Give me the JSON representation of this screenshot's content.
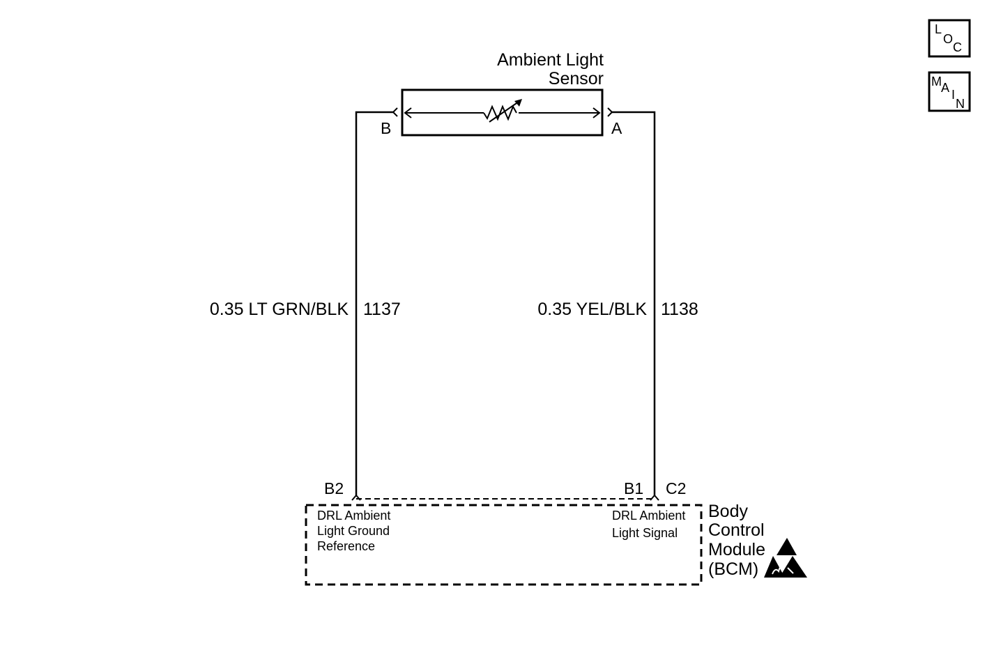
{
  "sensor": {
    "title_line1": "Ambient Light",
    "title_line2": "Sensor",
    "pin_b": "B",
    "pin_a": "A"
  },
  "wires": [
    {
      "gauge_color": "0.35 LT GRN/BLK",
      "circuit": "1137"
    },
    {
      "gauge_color": "0.35 YEL/BLK",
      "circuit": "1138"
    }
  ],
  "bcm": {
    "name_lines": [
      "Body",
      "Control",
      "Module",
      "(BCM)"
    ],
    "pins": {
      "left": "B2",
      "right": "B1",
      "right_connector": "C2"
    },
    "left_function": [
      "DRL Ambient",
      "Light Ground",
      "Reference"
    ],
    "right_function": [
      "DRL Ambient",
      "Light Signal"
    ],
    "esd_icon": "esd-sensitive-warning-icon"
  },
  "nav": {
    "loc": {
      "letters": [
        "L",
        "O",
        "C"
      ],
      "icon": "loc-button-icon"
    },
    "main": {
      "letters": [
        "M",
        "A",
        "I",
        "N"
      ],
      "icon": "main-button-icon"
    }
  }
}
